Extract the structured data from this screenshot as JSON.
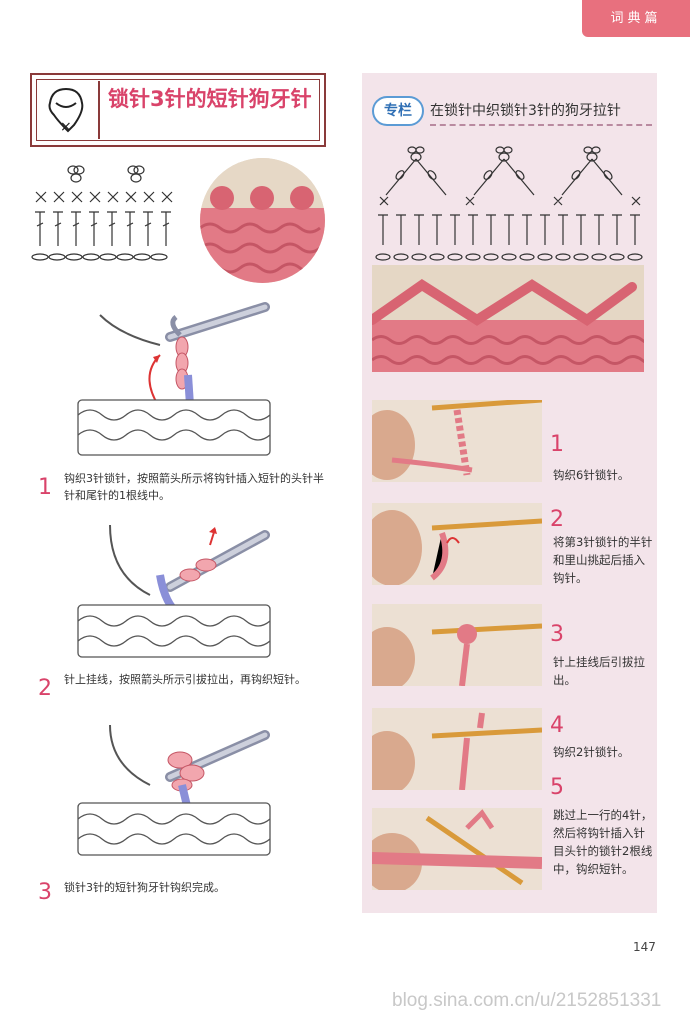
{
  "header": {
    "section": "词典篇"
  },
  "left": {
    "title": "锁针3针的短针狗牙针",
    "steps": [
      {
        "num": "1",
        "text": "钩织3针锁针，按照箭头所示将钩针插入短针的头针半针和尾针的1根线中。"
      },
      {
        "num": "2",
        "text": "针上挂线，按照箭头所示引拔拉出，再钩织短针。"
      },
      {
        "num": "3",
        "text": "锁针3针的短针狗牙针钩织完成。"
      }
    ]
  },
  "right": {
    "badge": "专栏",
    "title": "在锁针中织锁针3针的狗牙拉针",
    "steps": [
      {
        "num": "1",
        "text": "钩织6针锁针。"
      },
      {
        "num": "2",
        "text": "将第3针锁针的半针和里山挑起后插入钩针。"
      },
      {
        "num": "3",
        "text": "针上挂线后引拔拉出。"
      },
      {
        "num": "4",
        "text": "钩织2针锁针。"
      },
      {
        "num": "5",
        "text": "跳过上一行的4针，然后将钩针插入针目头针的锁针2根线中，钩织短针。"
      }
    ]
  },
  "page_number": "147",
  "watermark": "blog.sina.com.cn/u/2152851331",
  "colors": {
    "accent": "#e8707e",
    "title_pink": "#d9436a",
    "panel": "#f3e4ea",
    "yarn": "#e27a86",
    "hook": "#d99a3a"
  }
}
